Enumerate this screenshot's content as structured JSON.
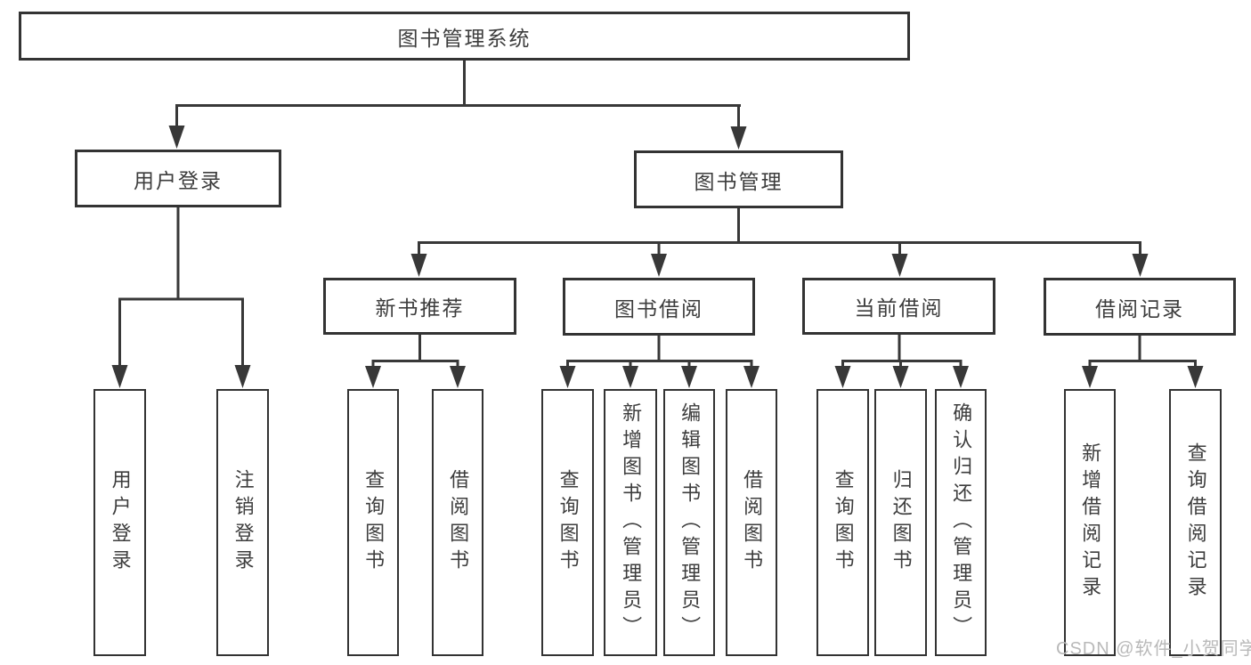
{
  "tree": {
    "root": {
      "label": "图书管理系统"
    },
    "branches": [
      {
        "label": "用户登录",
        "children": [
          {
            "label": "用户登录"
          },
          {
            "label": "注销登录"
          }
        ]
      },
      {
        "label": "图书管理",
        "children": [
          {
            "label": "新书推荐",
            "children": [
              {
                "label": "查询图书"
              },
              {
                "label": "借阅图书"
              }
            ]
          },
          {
            "label": "图书借阅",
            "children": [
              {
                "label": "查询图书"
              },
              {
                "label": "新增图书（管理员）"
              },
              {
                "label": "编辑图书（管理员）"
              },
              {
                "label": "借阅图书"
              }
            ]
          },
          {
            "label": "当前借阅",
            "children": [
              {
                "label": "查询图书"
              },
              {
                "label": "归还图书"
              },
              {
                "label": "确认归还（管理员）"
              }
            ]
          },
          {
            "label": "借阅记录",
            "children": [
              {
                "label": "新增借阅记录"
              },
              {
                "label": "查询借阅记录"
              }
            ]
          }
        ]
      }
    ]
  },
  "watermark": {
    "text": "CSDN @软件_小贺同学"
  },
  "colors": {
    "line": "#383838",
    "border": "#333333",
    "text": "#3d3d3d",
    "background": "#ffffff",
    "watermark": "#b9b9b9"
  }
}
